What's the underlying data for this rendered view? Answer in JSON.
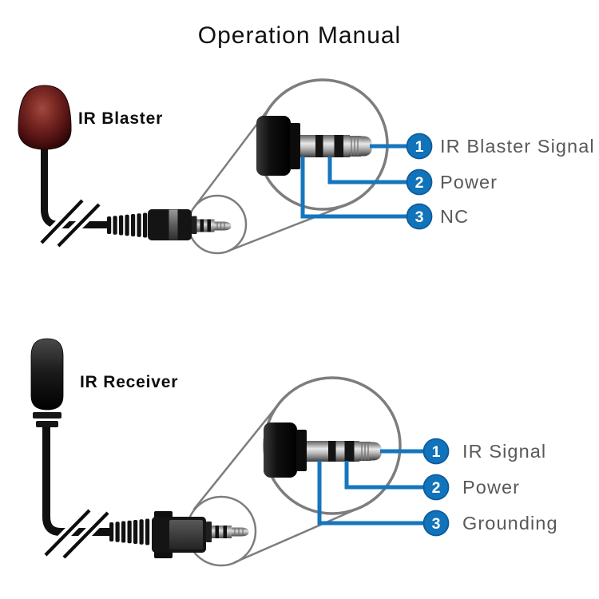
{
  "title": "Operation Manual",
  "sections": [
    {
      "label": "IR Blaster",
      "pins": [
        {
          "num": "1",
          "label": "IR Blaster Signal"
        },
        {
          "num": "2",
          "label": "Power"
        },
        {
          "num": "3",
          "label": "NC"
        }
      ]
    },
    {
      "label": "IR Receiver",
      "pins": [
        {
          "num": "1",
          "label": "IR Signal"
        },
        {
          "num": "2",
          "label": "Power"
        },
        {
          "num": "3",
          "label": "Grounding"
        }
      ]
    }
  ],
  "colors": {
    "callout_blue": "#1576bd",
    "badge_fill": "#1173ba",
    "badge_border": "#0d5c9e",
    "magnifier_gray": "#7d7d7d",
    "label_gray": "#58595b",
    "blaster_head_red": "#6b1f1c",
    "background": "#ffffff"
  }
}
